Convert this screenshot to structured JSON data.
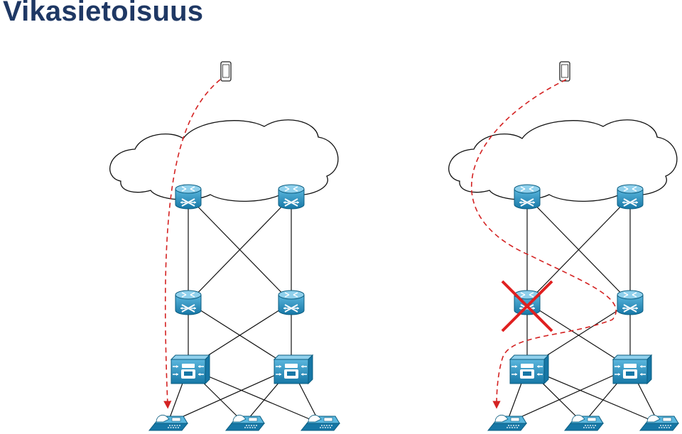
{
  "slide": {
    "title": "Vikasietoisuus"
  },
  "colors": {
    "title": "#1f3864",
    "device_fill": "#1d88b8",
    "device_fill_light": "#7fc6e4",
    "device_stroke": "#0b5d80",
    "link": "#111111",
    "path": "#d42222",
    "failure_mark": "#e02020",
    "cloud_stroke": "#111111"
  },
  "icons": {
    "mobile": "mobile-phone-icon",
    "router": "router-icon",
    "switch": "multilayer-switch-icon",
    "phone": "ip-phone-icon",
    "failure": "failure-x-icon"
  },
  "diagrams": [
    {
      "id": "normal",
      "failed_node": null
    },
    {
      "id": "failover",
      "failed_node": "dist-left"
    }
  ]
}
